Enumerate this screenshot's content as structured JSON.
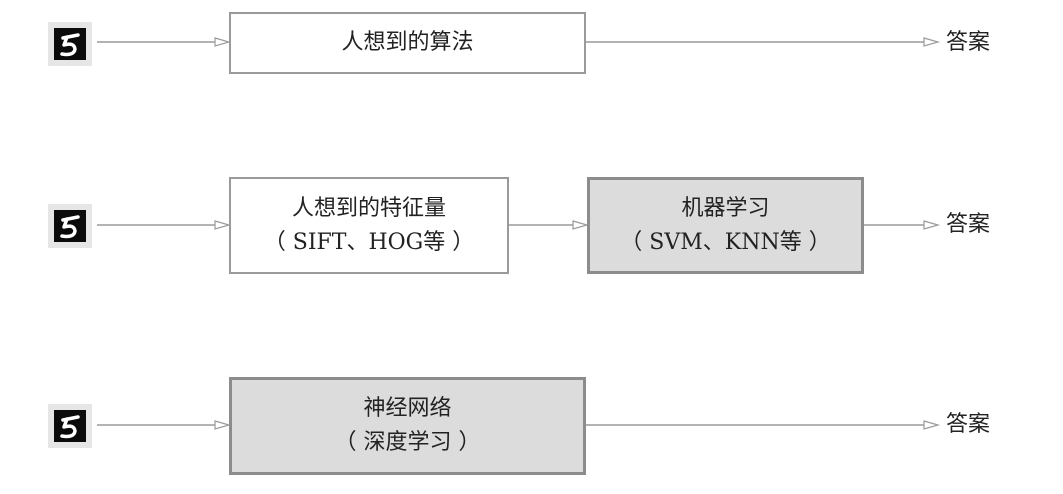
{
  "rows": [
    {
      "boxes": [
        {
          "line1": "人想到的算法",
          "line2": "",
          "style": "plain"
        }
      ],
      "answer": "答案"
    },
    {
      "boxes": [
        {
          "line1": "人想到的特征量",
          "line2": "（ SIFT、HOG等 ）",
          "style": "plain"
        },
        {
          "line1": "机器学习",
          "line2": "（ SVM、KNN等 ）",
          "style": "shaded"
        }
      ],
      "answer": "答案"
    },
    {
      "boxes": [
        {
          "line1": "神经网络",
          "line2": "（ 深度学习 ）",
          "style": "shaded"
        }
      ],
      "answer": "答案"
    }
  ],
  "colors": {
    "plain_border": "#9a9a9a",
    "shaded_fill": "#dcdcdc",
    "shaded_border": "#8c8c8c",
    "arrow": "#9a9a9a"
  },
  "icons": {
    "input_image": "handwritten-digit-5-icon"
  }
}
